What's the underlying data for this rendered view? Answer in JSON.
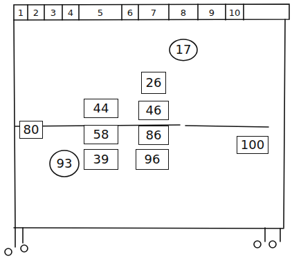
{
  "diagram": {
    "nodes": [
      {
        "text": [
          "17"
        ]
      },
      {
        "text": [
          "26"
        ]
      },
      {
        "text": [
          "44"
        ]
      },
      {
        "text": [
          "46"
        ]
      },
      {
        "text": [
          "80"
        ]
      },
      {
        "text": [
          "58"
        ]
      },
      {
        "text": [
          "86"
        ]
      },
      {
        "text": [
          "100"
        ]
      },
      {
        "text": [
          "93"
        ]
      },
      {
        "text": [
          "39"
        ]
      },
      {
        "text": [
          "96"
        ]
      }
    ],
    "labels": [
      "1",
      "2",
      "3",
      "4",
      "5",
      "6",
      "7",
      "8",
      "9",
      "10"
    ]
  }
}
